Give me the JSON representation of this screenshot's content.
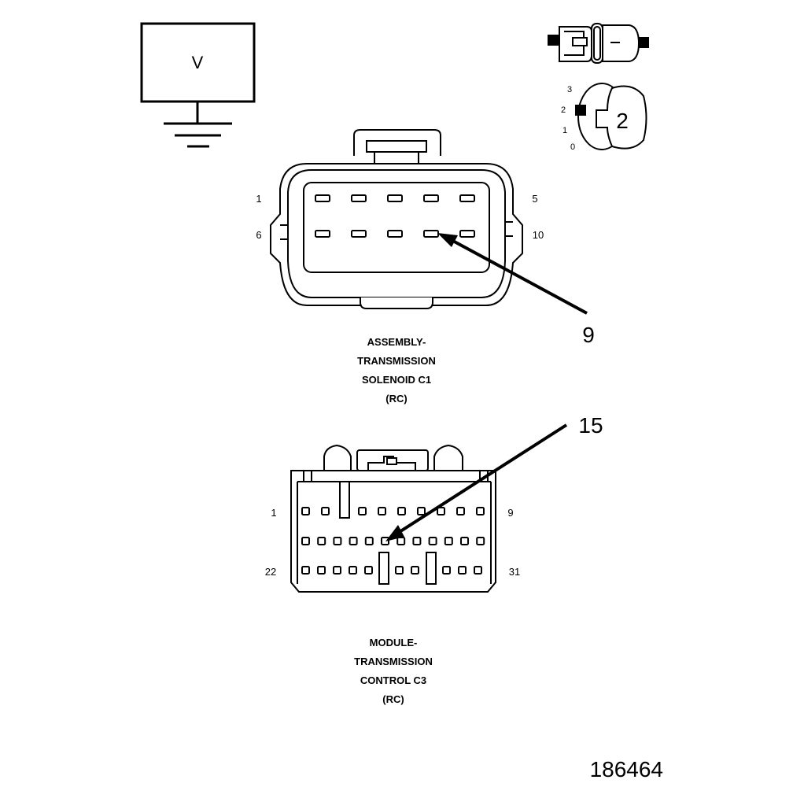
{
  "meter": {
    "symbol": "V"
  },
  "selector": {
    "positions": [
      "3",
      "2",
      "1",
      "0"
    ],
    "selected": "2"
  },
  "connector1": {
    "pin_first_top": "1",
    "pin_last_top": "5",
    "pin_first_bottom": "6",
    "pin_last_bottom": "10",
    "callout": "9",
    "caption": [
      "ASSEMBLY-",
      "TRANSMISSION",
      "SOLENOID C1",
      "(RC)"
    ]
  },
  "connector2": {
    "pin_first_top": "1",
    "pin_last_top": "9",
    "pin_first_bottom": "22",
    "pin_last_bottom": "31",
    "callout": "15",
    "caption": [
      "MODULE-",
      "TRANSMISSION",
      "CONTROL C3",
      "(RC)"
    ]
  },
  "figure_id": "186464"
}
